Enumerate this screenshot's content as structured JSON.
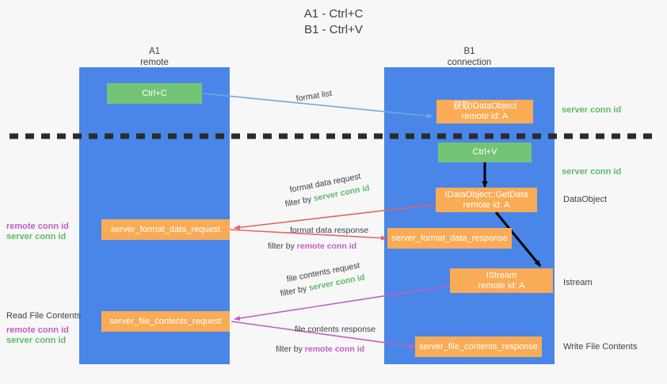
{
  "title": {
    "line1": "A1 - Ctrl+C",
    "line2": "B1 - Ctrl+V"
  },
  "columns": [
    {
      "name": "A1",
      "sub": "remote"
    },
    {
      "name": "B1",
      "sub": "connection"
    }
  ],
  "nodes": {
    "ctrl_c": {
      "line1": "Ctrl+C",
      "line2": ""
    },
    "get_idataobject": {
      "line1": "获取IDataObject",
      "line2": "remote id: A"
    },
    "ctrl_v": {
      "line1": "Ctrl+V",
      "line2": ""
    },
    "getdata": {
      "line1": "IDataObject::GetData",
      "line2": "remote id: A"
    },
    "fmt_req": {
      "line1": "server_format_data_request",
      "line2": ""
    },
    "fmt_resp": {
      "line1": "server_format_data_response",
      "line2": ""
    },
    "istream": {
      "line1": "IStream",
      "line2": "remote id: A"
    },
    "file_req": {
      "line1": "server_file_contents_request",
      "line2": ""
    },
    "file_resp": {
      "line1": "server_file_contents_response",
      "line2": ""
    }
  },
  "right_labels": {
    "server_conn_top": "server conn id",
    "server_conn_mid": "server conn id",
    "dataobject": "DataObject",
    "istream": "Istream",
    "write_file_contents": "Write File Contents"
  },
  "left_labels": {
    "remote_conn_1": "remote conn id",
    "server_conn_1": "server conn id",
    "read_file_contents": "Read File Contents",
    "remote_conn_2": "remote conn id",
    "server_conn_2": "server conn id"
  },
  "edges": {
    "format_list": "format list",
    "fmt_req_l1": "format data request",
    "fmt_req_filter_prefix": "filter by ",
    "fmt_req_filter_value": "server conn id",
    "fmt_resp_l1": "format data response",
    "fmt_resp_filter_prefix": "filter by ",
    "fmt_resp_filter_value": "remote conn id",
    "file_req_l1": "file contents request",
    "file_req_filter_prefix": "filter by ",
    "file_req_filter_value": "server conn id",
    "file_resp_l1": "file contents response",
    "file_resp_filter_prefix": "filter by ",
    "file_resp_filter_value": "remote conn id"
  },
  "colors": {
    "lane": "#4a86e8",
    "green_box": "#74c476",
    "orange_box": "#f9ab55",
    "green_text": "#5fb96a",
    "magenta_text": "#c45ec4",
    "arrow_blue": "#6fa8dc",
    "arrow_red": "#e06666",
    "arrow_magenta": "#c45ec4",
    "arrow_black": "#000000",
    "background": "#f7f7f7"
  }
}
